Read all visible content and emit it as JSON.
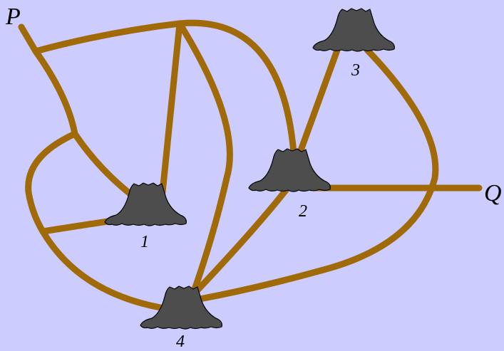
{
  "endpoints": {
    "start": "P",
    "end": "Q"
  },
  "volcanoes": [
    {
      "id": "1",
      "label": "1"
    },
    {
      "id": "2",
      "label": "2"
    },
    {
      "id": "3",
      "label": "3"
    },
    {
      "id": "4",
      "label": "4"
    }
  ],
  "colors": {
    "background": "#ccccff",
    "road": "#a06a08",
    "volcano": "#4d4d4d"
  }
}
